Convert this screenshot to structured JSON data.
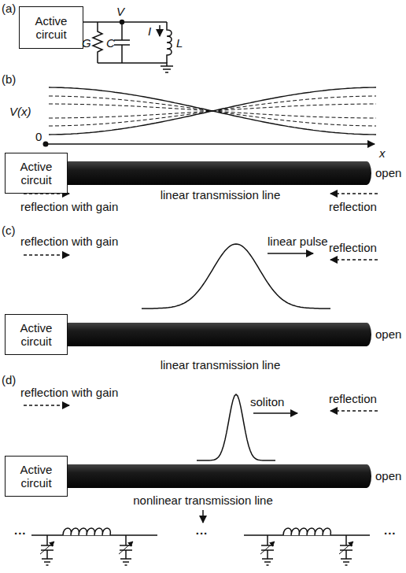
{
  "diagram": {
    "nodes": [
      {
        "text": [
          "Active circuit"
        ]
      },
      {
        "text": [
          "Active circuit"
        ]
      },
      {
        "text": [
          "Active circuit"
        ]
      },
      {
        "text": [
          "Active circuit"
        ]
      }
    ],
    "labels": [
      "(a)",
      "V",
      "I",
      "G",
      "C",
      "L",
      "(b)",
      "V(x)",
      "0",
      "x",
      "open",
      "linear transmission line",
      "reflection with gain",
      "reflection",
      "(c)",
      "reflection with gain",
      "linear pulse",
      "reflection",
      "open",
      "linear transmission line",
      "(d)",
      "reflection with gain",
      "soliton",
      "reflection",
      "open",
      "nonlinear transmission line",
      "...",
      "...",
      "..."
    ]
  }
}
